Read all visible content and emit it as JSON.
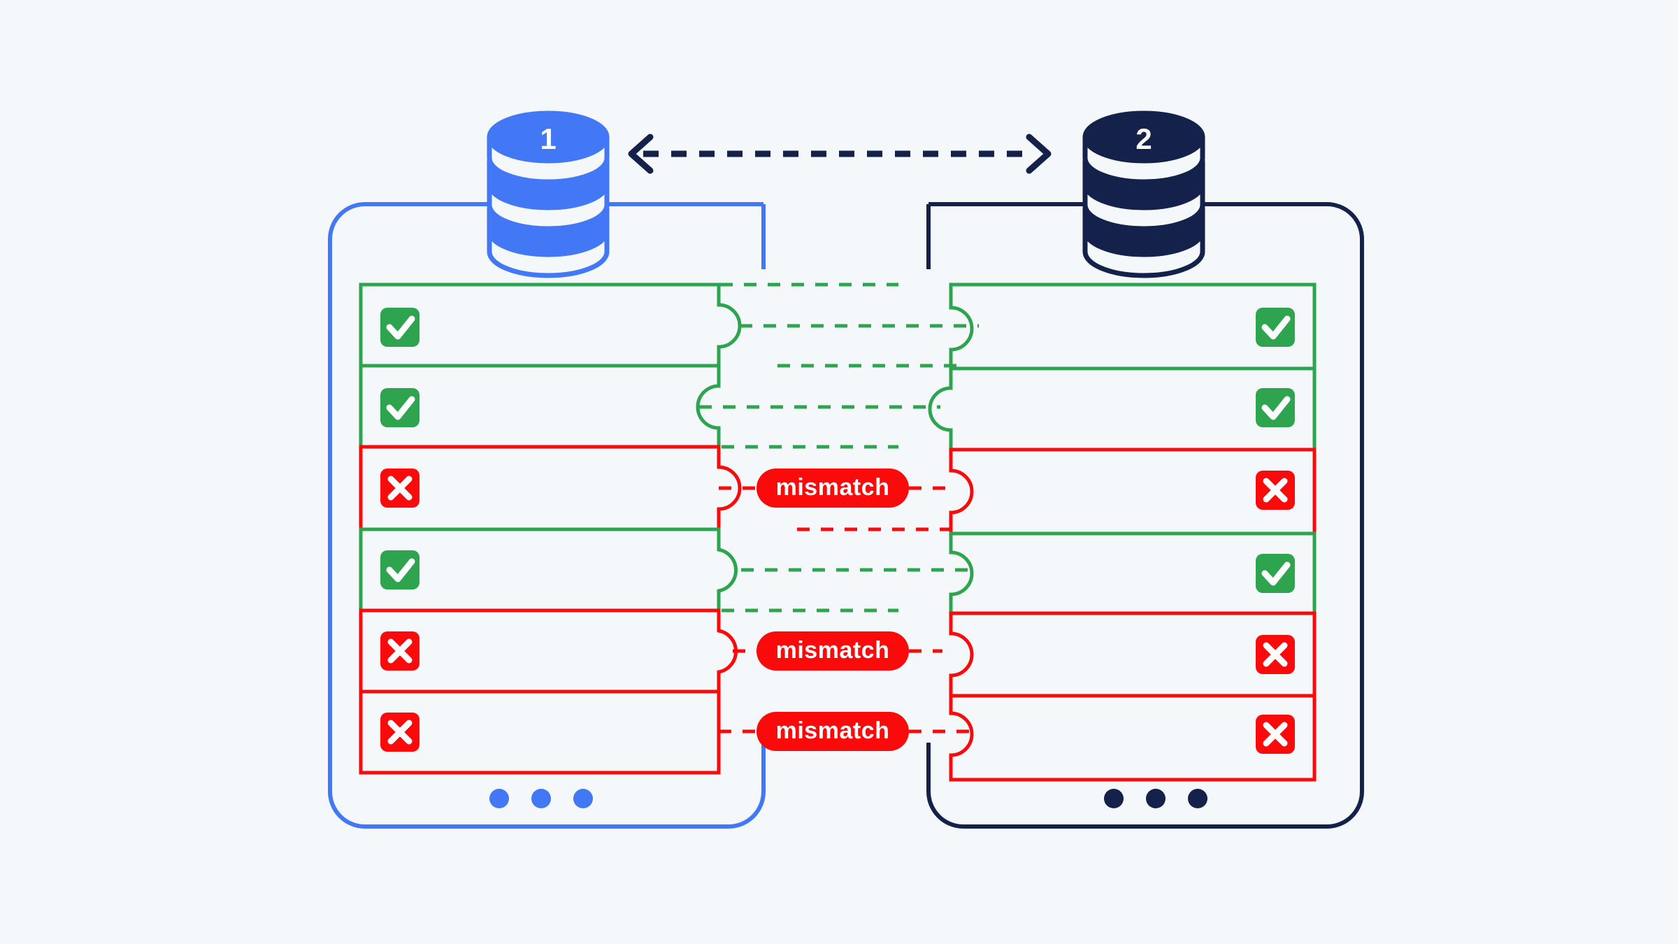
{
  "page": {
    "background_color": "#f4f8fb",
    "title": "Database comparison puzzle diagram"
  },
  "palette": {
    "blue": "#4278f5",
    "navy": "#14224b",
    "green": "#2ea44f",
    "red": "#fa0a0a",
    "white": "#ffffff",
    "background": "#f4f8fb"
  },
  "databases": {
    "left": {
      "label": "1",
      "color": "#4278f5",
      "icon": "database-cylinder-icon"
    },
    "right": {
      "label": "2",
      "color": "#14224b",
      "icon": "database-cylinder-icon"
    }
  },
  "sync_arrow": {
    "name": "bidirectional-dashed-arrow",
    "style": "dashed",
    "direction": "both",
    "color": "#14224b"
  },
  "panels": {
    "left": {
      "name": "left-database-panel",
      "border_color": "#4278f5",
      "dots": {
        "count": 3,
        "color": "#4278f5"
      },
      "rows": [
        {
          "index": 1,
          "status": "match",
          "icon": "check-icon",
          "color": "#2ea44f"
        },
        {
          "index": 2,
          "status": "match",
          "icon": "check-icon",
          "color": "#2ea44f"
        },
        {
          "index": 3,
          "status": "mismatch",
          "icon": "cross-icon",
          "color": "#fa0a0a"
        },
        {
          "index": 4,
          "status": "match",
          "icon": "check-icon",
          "color": "#2ea44f"
        },
        {
          "index": 5,
          "status": "mismatch",
          "icon": "cross-icon",
          "color": "#fa0a0a"
        },
        {
          "index": 6,
          "status": "mismatch",
          "icon": "cross-icon",
          "color": "#fa0a0a"
        }
      ]
    },
    "right": {
      "name": "right-database-panel",
      "border_color": "#14224b",
      "dots": {
        "count": 3,
        "color": "#14224b"
      },
      "rows": [
        {
          "index": 1,
          "status": "match",
          "icon": "check-icon",
          "color": "#2ea44f"
        },
        {
          "index": 2,
          "status": "match",
          "icon": "check-icon",
          "color": "#2ea44f"
        },
        {
          "index": 3,
          "status": "mismatch",
          "icon": "cross-icon",
          "color": "#fa0a0a"
        },
        {
          "index": 4,
          "status": "match",
          "icon": "check-icon",
          "color": "#2ea44f"
        },
        {
          "index": 5,
          "status": "mismatch",
          "icon": "cross-icon",
          "color": "#fa0a0a"
        },
        {
          "index": 6,
          "status": "mismatch",
          "icon": "cross-icon",
          "color": "#fa0a0a"
        }
      ]
    }
  },
  "connectors": [
    {
      "index": 1,
      "row": 1,
      "type": "dashed-line",
      "color": "#2ea44f",
      "label": null
    },
    {
      "index": 2,
      "row": 2,
      "type": "dashed-line",
      "color": "#2ea44f",
      "label": null
    },
    {
      "index": 3,
      "row": 3,
      "type": "badge",
      "color": "#fa0a0a",
      "label": "mismatch"
    },
    {
      "index": 4,
      "row": 4,
      "type": "dashed-line",
      "color": "#2ea44f",
      "label": null
    },
    {
      "index": 5,
      "row": 5,
      "type": "badge",
      "color": "#fa0a0a",
      "label": "mismatch"
    },
    {
      "index": 6,
      "row": 6,
      "type": "badge",
      "color": "#fa0a0a",
      "label": "mismatch"
    }
  ],
  "badges": {
    "mismatch_label": "mismatch"
  }
}
